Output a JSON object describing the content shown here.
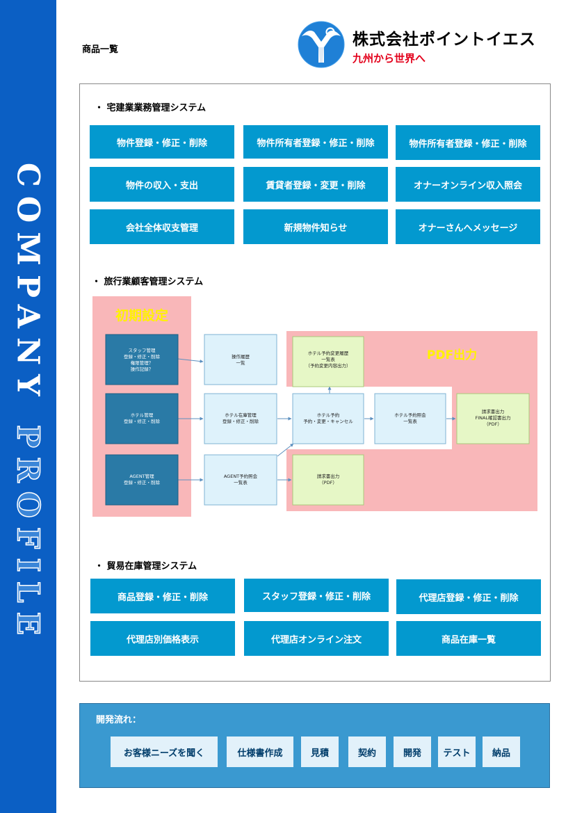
{
  "sidebar": {
    "text_filled": "COMPANY ",
    "text_hollow": "PROFILE"
  },
  "page_title": "商品一覧",
  "company": {
    "name": "株式会社ポイントイエス",
    "slogan": "九州から世界へ"
  },
  "section1": {
    "title": "・ 宅建業業務管理システム",
    "tiles": [
      "物件登録・修正・削除",
      "物件所有者登録・修正・削除",
      "物件所有者登録・修正・削除",
      "物件の収入・支出",
      "賃貸者登録・変更・削除",
      "オナーオンライン収入照会",
      "会社全体収支管理",
      "新規物件知らせ",
      "オナーさんへメッセージ"
    ]
  },
  "section2": {
    "title": "・ 旅行業顧客管理システム",
    "diagram": {
      "initial_label": "初期設定",
      "pdf_label": "PDF出力",
      "staff": [
        "スタッフ管理",
        "登録・修正・削除",
        "権限管理？",
        "操作記録？"
      ],
      "hotel": [
        "ホテル管理",
        "登録・修正・削除"
      ],
      "agent": [
        "AGENT管理",
        "登録・修正・削除"
      ],
      "oplog": [
        "操作履歴",
        "一覧"
      ],
      "stock": [
        "ホテル在庫管理",
        "登録・修正・削除"
      ],
      "agent_ref": [
        "AGENT予約照会",
        "一覧表"
      ],
      "history": [
        "ホテル予約変更履歴",
        "一覧表",
        "（予約変更内容出力）"
      ],
      "booking": [
        "ホテル予約",
        "予約・変更・キャンセル"
      ],
      "booking_ref": [
        "ホテル予約照会",
        "一覧表"
      ],
      "invoice_final": [
        "請求書出力",
        "FINAL確認書出力",
        "（PDF）"
      ],
      "invoice": [
        "請求書出力",
        "（PDF）"
      ]
    }
  },
  "section3": {
    "title": "・ 貿易在庫管理システム",
    "tiles": [
      "商品登録・修正・削除",
      "スタッフ登録・修正・削除",
      "代理店登録・修正・削除",
      "代理店別価格表示",
      "代理店オンライン注文",
      "商品在庫一覧"
    ]
  },
  "flow": {
    "label": "開発流れ：",
    "steps": [
      "お客様ニーズを聞く",
      "仕様書作成",
      "見積",
      "契約",
      "開発",
      "テスト",
      "納品"
    ]
  }
}
